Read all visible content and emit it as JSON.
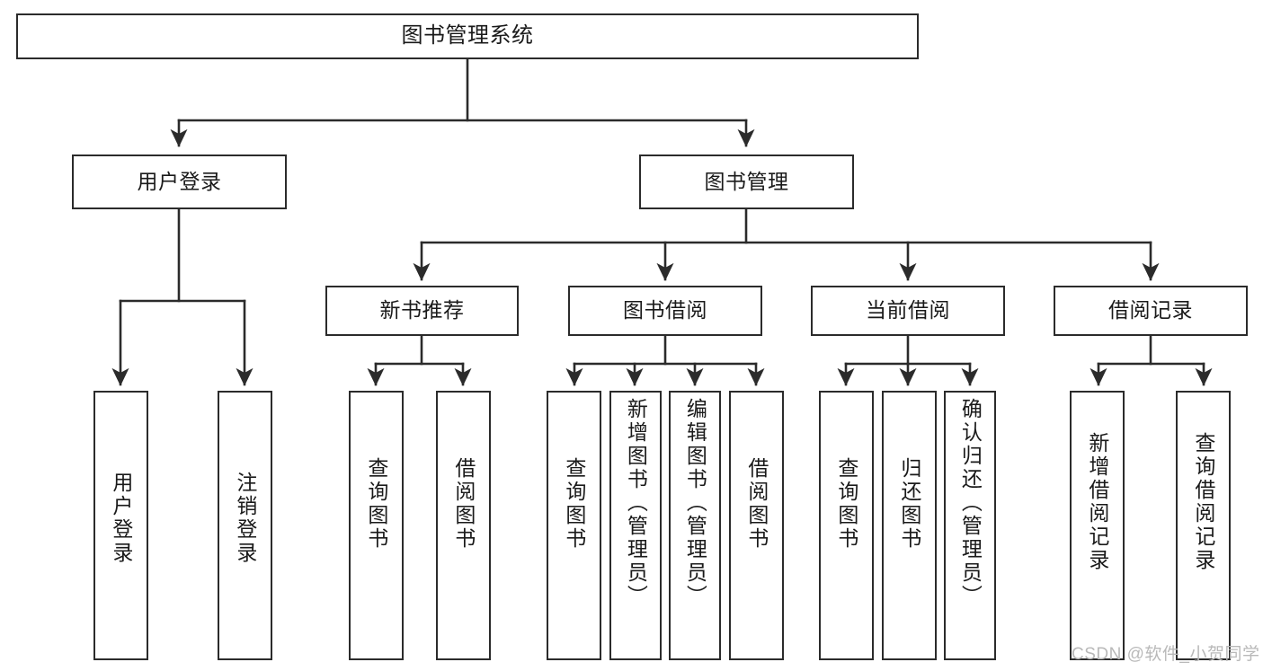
{
  "diagram": {
    "title": "图书管理系统",
    "type": "tree-hierarchy-chart",
    "watermark": "CSDN @软件_小贺同学",
    "colors": {
      "border": "#2b2b2b",
      "edge": "#2b2b2b",
      "background": "#ffffff",
      "text": "#1a1a1a",
      "watermark": "#b9b9b9"
    },
    "nodes": {
      "root": {
        "label": "图书管理系统"
      },
      "level2": [
        {
          "id": "user-login",
          "label": "用户登录"
        },
        {
          "id": "book-manage",
          "label": "图书管理"
        }
      ],
      "level3": [
        {
          "id": "new-book-rec",
          "label": "新书推荐"
        },
        {
          "id": "book-borrow",
          "label": "图书借阅"
        },
        {
          "id": "current-borrow",
          "label": "当前借阅"
        },
        {
          "id": "borrow-record",
          "label": "借阅记录"
        }
      ],
      "leaves": {
        "user_login": [
          {
            "id": "leaf-user-login",
            "label": "用户登录"
          },
          {
            "id": "leaf-logout",
            "label": "注销登录"
          }
        ],
        "new_book_rec": [
          {
            "id": "leaf-query-book-1",
            "label": "查询图书"
          },
          {
            "id": "leaf-borrow-book-1",
            "label": "借阅图书"
          }
        ],
        "book_borrow": [
          {
            "id": "leaf-query-book-2",
            "label": "查询图书"
          },
          {
            "id": "leaf-add-book",
            "label": "新增图书（管理员）"
          },
          {
            "id": "leaf-edit-book",
            "label": "编辑图书（管理员）"
          },
          {
            "id": "leaf-borrow-book-2",
            "label": "借阅图书"
          }
        ],
        "current_borrow": [
          {
            "id": "leaf-query-book-3",
            "label": "查询图书"
          },
          {
            "id": "leaf-return-book",
            "label": "归还图书"
          },
          {
            "id": "leaf-confirm-return",
            "label": "确认归还（管理员）"
          }
        ],
        "borrow_record": [
          {
            "id": "leaf-add-record",
            "label": "新增借阅记录"
          },
          {
            "id": "leaf-query-record",
            "label": "查询借阅记录"
          }
        ]
      }
    }
  }
}
